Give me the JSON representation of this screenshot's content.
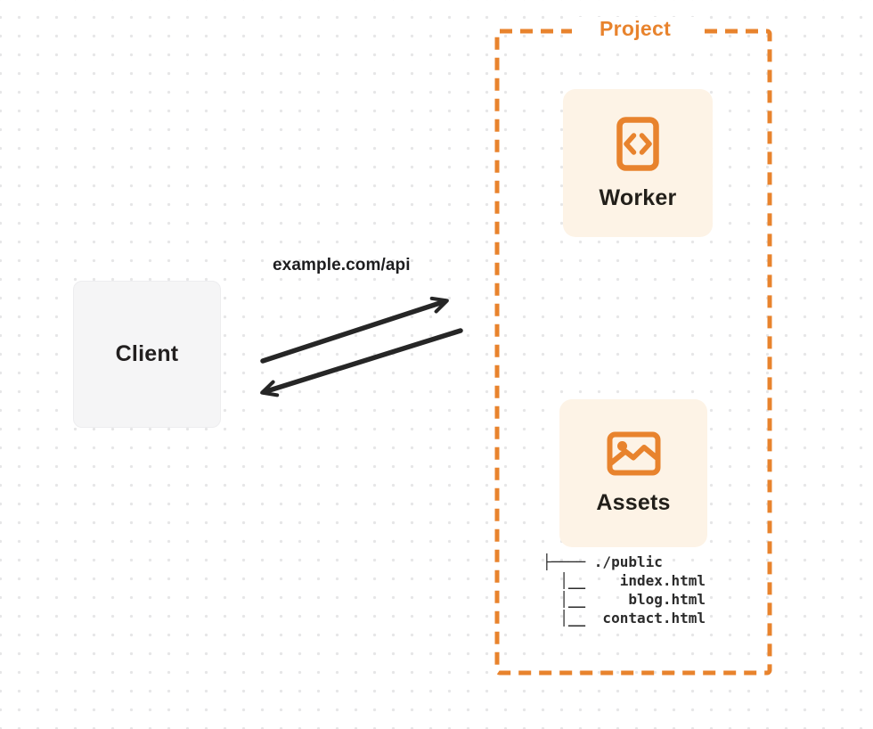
{
  "colors": {
    "accent_orange": "#E8832D",
    "card_cream": "#FDF3E6",
    "client_gray": "#F5F5F6",
    "arrow_ink": "#262626",
    "text_ink": "#221F1F",
    "dot_grid": "#E6E6E7"
  },
  "diagram": {
    "project": {
      "label": "Project"
    },
    "client": {
      "label": "Client"
    },
    "request": {
      "label": "example.com/api"
    },
    "worker": {
      "label": "Worker",
      "icon": "code-file-icon"
    },
    "assets": {
      "label": "Assets",
      "icon": "image-icon"
    },
    "file_tree": {
      "root": "./public",
      "files": [
        "index.html",
        "blog.html",
        "contact.html"
      ],
      "display": "├──── ./public\n  │__    index.html\n  │__     blog.html\n  │__  contact.html"
    },
    "arrows": {
      "request_direction": "client-to-project",
      "response_direction": "project-to-client"
    }
  }
}
